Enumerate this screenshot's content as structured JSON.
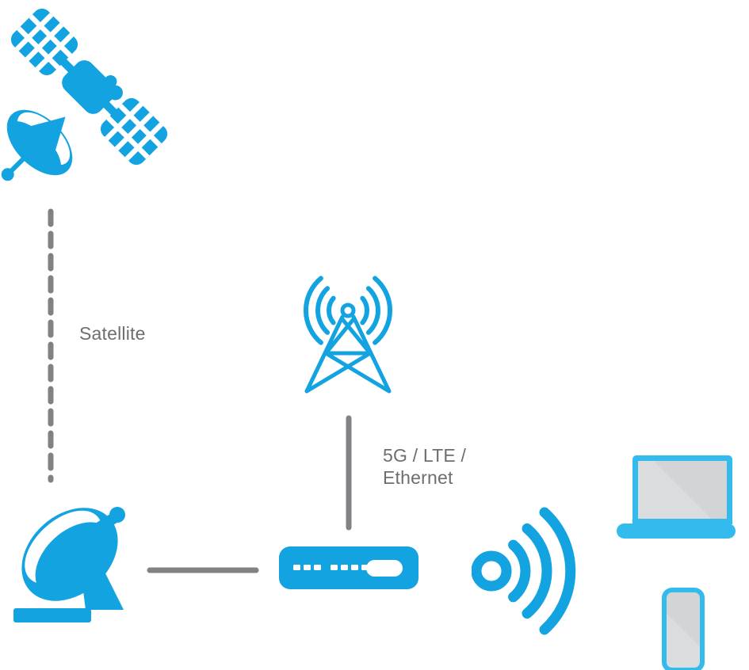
{
  "diagram": {
    "labels": {
      "satellite": "Satellite",
      "backhaul_line1": "5G / LTE /",
      "backhaul_line2": "Ethernet"
    },
    "nodes": [
      {
        "id": "satellite",
        "icon": "satellite-icon"
      },
      {
        "id": "cell-tower",
        "icon": "cell-tower-icon"
      },
      {
        "id": "ground-dish",
        "icon": "satellite-dish-icon"
      },
      {
        "id": "router",
        "icon": "router-icon"
      },
      {
        "id": "wifi",
        "icon": "wifi-signal-icon"
      },
      {
        "id": "laptop",
        "icon": "laptop-icon"
      },
      {
        "id": "smartphone",
        "icon": "smartphone-icon"
      }
    ],
    "links": [
      {
        "from": "satellite",
        "to": "ground-dish",
        "style": "dashed",
        "label": "Satellite"
      },
      {
        "from": "cell-tower",
        "to": "router",
        "style": "solid",
        "label": "5G / LTE / Ethernet"
      },
      {
        "from": "ground-dish",
        "to": "router",
        "style": "solid",
        "label": ""
      }
    ],
    "colors": {
      "primary_blue": "#12A3E0",
      "device_blue": "#33BBED",
      "line_gray": "#808285",
      "text_gray": "#6D6E71",
      "screen_gray_light": "#DBDCDD",
      "screen_gray_dark": "#D2D4D5"
    }
  }
}
